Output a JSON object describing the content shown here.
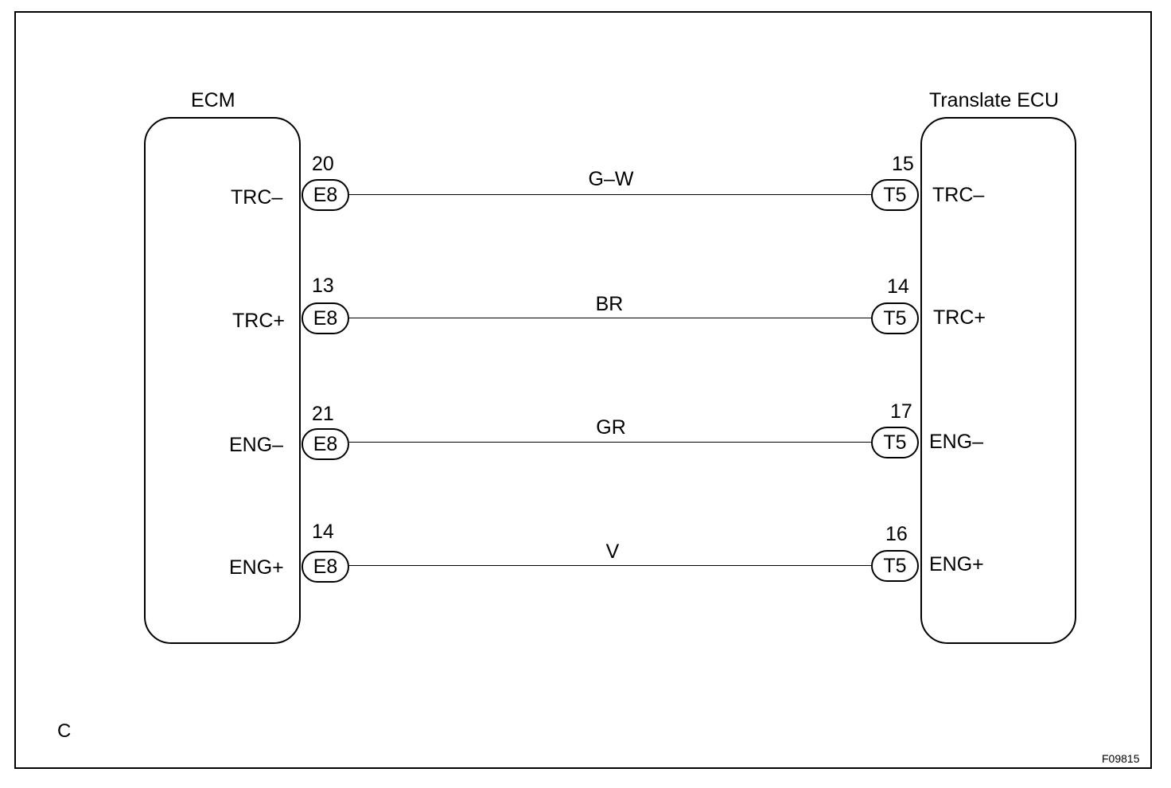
{
  "ecm": {
    "title": "ECM"
  },
  "ecu": {
    "title": "Translate ECU"
  },
  "circuits": [
    {
      "ecm_signal": "TRC–",
      "ecm_connector": "E8",
      "ecm_pin": "20",
      "wire": "G–W",
      "ecu_connector": "T5",
      "ecu_pin": "15",
      "ecu_signal": "TRC–"
    },
    {
      "ecm_signal": "TRC+",
      "ecm_connector": "E8",
      "ecm_pin": "13",
      "wire": "BR",
      "ecu_connector": "T5",
      "ecu_pin": "14",
      "ecu_signal": "TRC+"
    },
    {
      "ecm_signal": "ENG–",
      "ecm_connector": "E8",
      "ecm_pin": "21",
      "wire": "GR",
      "ecu_connector": "T5",
      "ecu_pin": "17",
      "ecu_signal": "ENG–"
    },
    {
      "ecm_signal": "ENG+",
      "ecm_connector": "E8",
      "ecm_pin": "14",
      "wire": "V",
      "ecu_connector": "T5",
      "ecu_pin": "16",
      "ecu_signal": "ENG+"
    }
  ],
  "corner_label": "C",
  "figure_code": "F09815"
}
